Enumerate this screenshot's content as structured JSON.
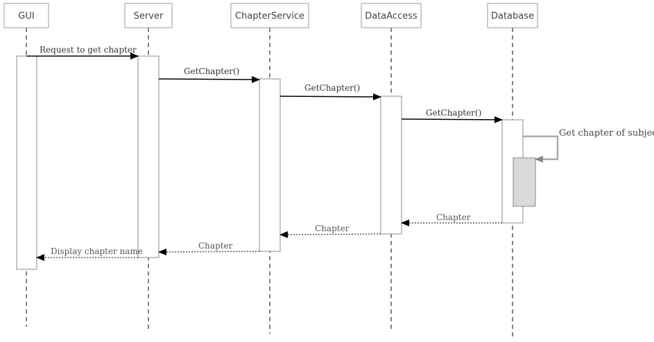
{
  "participants": [
    {
      "id": "gui",
      "label": "GUI"
    },
    {
      "id": "server",
      "label": "Server"
    },
    {
      "id": "chapterservice",
      "label": "ChapterService"
    },
    {
      "id": "dataaccess",
      "label": "DataAccess"
    },
    {
      "id": "database",
      "label": "Database"
    }
  ],
  "messages": [
    {
      "id": "m1",
      "label": "Request to get chapter",
      "from": "gui",
      "to": "server",
      "kind": "call"
    },
    {
      "id": "m2",
      "label": "GetChapter()",
      "from": "server",
      "to": "chapterservice",
      "kind": "call"
    },
    {
      "id": "m3",
      "label": "GetChapter()",
      "from": "chapterservice",
      "to": "dataaccess",
      "kind": "call"
    },
    {
      "id": "m4",
      "label": "GetChapter()",
      "from": "dataaccess",
      "to": "database",
      "kind": "call"
    },
    {
      "id": "m5",
      "label": "Get chapter of subject",
      "from": "database",
      "to": "database",
      "kind": "self"
    },
    {
      "id": "r1",
      "label": "Chapter",
      "from": "database",
      "to": "dataaccess",
      "kind": "return"
    },
    {
      "id": "r2",
      "label": "Chapter",
      "from": "dataaccess",
      "to": "chapterservice",
      "kind": "return"
    },
    {
      "id": "r3",
      "label": "Chapter",
      "from": "chapterservice",
      "to": "server",
      "kind": "return"
    },
    {
      "id": "r4",
      "label": "Display chapter name",
      "from": "server",
      "to": "gui",
      "kind": "return"
    }
  ],
  "colors": {
    "line": "#000000",
    "return_line": "#555555",
    "lifeline": "#555555",
    "box_border": "#888888",
    "self_activation_fill": "#d9d9d9"
  }
}
